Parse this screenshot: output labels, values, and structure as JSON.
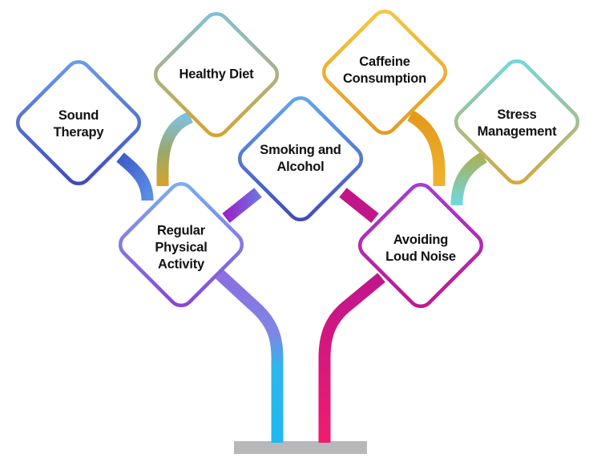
{
  "nodes": [
    {
      "id": "sound-therapy",
      "label": "Sound\nTherapy",
      "from": "#6a9ee8",
      "to": "#3d48b8"
    },
    {
      "id": "healthy-diet",
      "label": "Healthy Diet",
      "from": "#7ec0dc",
      "to": "#d6a32a"
    },
    {
      "id": "caffeine-consumption",
      "label": "Caffeine\nConsumption",
      "from": "#f4c64a",
      "to": "#e49a1c"
    },
    {
      "id": "stress-management",
      "label": "Stress\nManagement",
      "from": "#6fd8e4",
      "to": "#d8a636"
    },
    {
      "id": "smoking-and-alcohol",
      "label": "Smoking and\nAlcohol",
      "from": "#62a9f0",
      "to": "#4347b4"
    },
    {
      "id": "regular-physical-activity",
      "label": "Regular\nPhysical\nActivity",
      "from": "#79b3f0",
      "to": "#8b3fd8"
    },
    {
      "id": "avoiding-loud-noise",
      "label": "Avoiding\nLoud Noise",
      "from": "#a23fd6",
      "to": "#c2168c"
    }
  ]
}
